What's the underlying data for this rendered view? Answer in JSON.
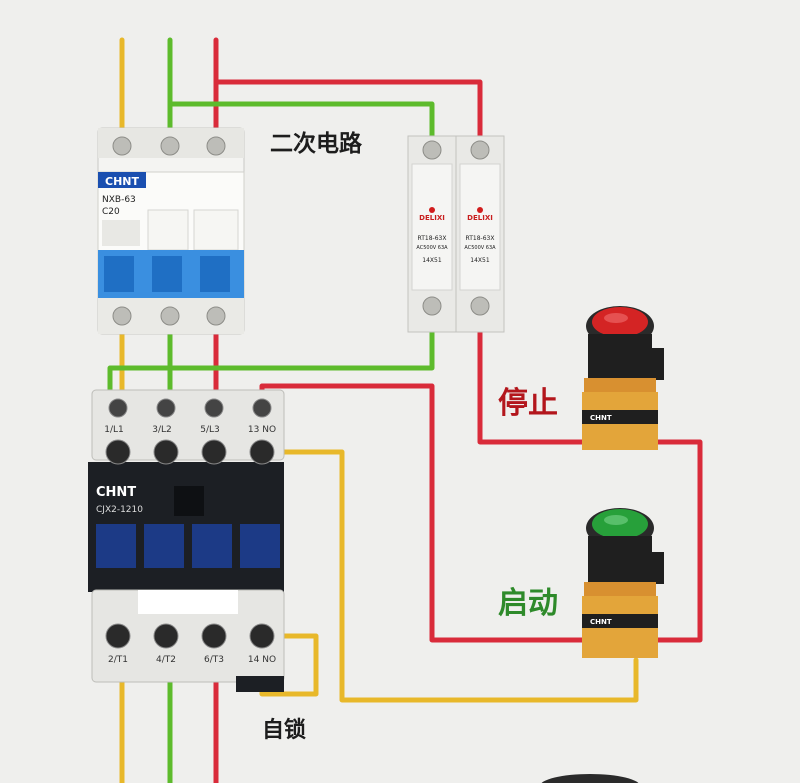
{
  "labels": {
    "secondary_circuit": "二次电路",
    "stop": "停止",
    "start": "启动",
    "self_lock": "自锁"
  },
  "breaker": {
    "brand": "CHNT",
    "model": "NXB-63",
    "rating": "C20"
  },
  "fuse_holders": [
    {
      "brand": "DELIXI",
      "model": "RT18-63X",
      "spec": "AC500V 63A",
      "size": "14X51"
    },
    {
      "brand": "DELIXI",
      "model": "RT18-63X",
      "spec": "AC500V 63A",
      "size": "14X51"
    }
  ],
  "contactor": {
    "brand": "CHNT",
    "model": "CJX2-1210",
    "top_terminals": [
      "1/L1",
      "3/L2",
      "5/L3",
      "13 NO"
    ],
    "bottom_terminals": [
      "2/T1",
      "4/T2",
      "6/T3",
      "14 NO"
    ]
  },
  "buttons": [
    {
      "name": "stop",
      "color": "#d42424",
      "brand": "CHNT"
    },
    {
      "name": "start",
      "color": "#27a03a",
      "brand": "CHNT"
    }
  ],
  "colors": {
    "wire_yellow": "#e8b82a",
    "wire_green": "#5dbb2c",
    "wire_red": "#d92b3a",
    "label_red": "#b3161c",
    "label_green": "#2e8a2a"
  }
}
